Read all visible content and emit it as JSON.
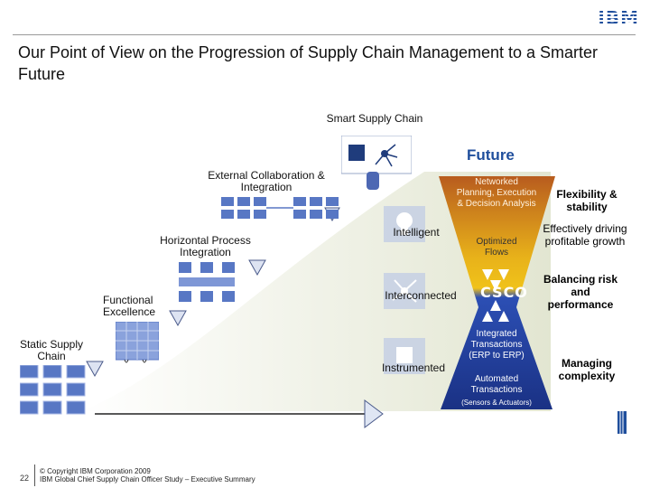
{
  "header": {
    "logo": "IBM",
    "title": "Our Point of View on the Progression of Supply Chain Management to a Smarter Future"
  },
  "diagram": {
    "smart_label": "Smart Supply Chain",
    "future_label": "Future",
    "stages": {
      "external": "External Collaboration & Integration",
      "horizontal": "Horizontal Process Integration",
      "functional": "Functional Excellence",
      "static": "Static Supply Chain"
    },
    "capabilities": {
      "intelligent": "Intelligent",
      "interconnected": "Interconnected",
      "instrumented": "Instrumented"
    },
    "funnel": {
      "networked": "Networked Planning, Execution & Decision Analysis",
      "optimized": "Optimized Flows",
      "csco": "CSCO",
      "integrated": "Integrated Transactions (ERP to ERP)",
      "automated": "Automated Transactions",
      "sensors": "(Sensors & Actuators)"
    },
    "outcomes": {
      "flexibility": "Flexibility & stability",
      "effective": "Effectively driving profitable growth",
      "balancing": "Balancing risk and performance",
      "managing": "Managing complexity"
    },
    "colors": {
      "curve": "#e8ebd8",
      "funnel_top": "#b85c1e",
      "funnel_mid": "#e8b21a",
      "funnel_bottom": "#1f3c9c",
      "accent": "#1f4e9c"
    }
  },
  "footer": {
    "page_number": "22",
    "copyright": "© Copyright IBM Corporation 2009",
    "study": "IBM Global Chief Supply Chain Officer Study – Executive Summary"
  }
}
